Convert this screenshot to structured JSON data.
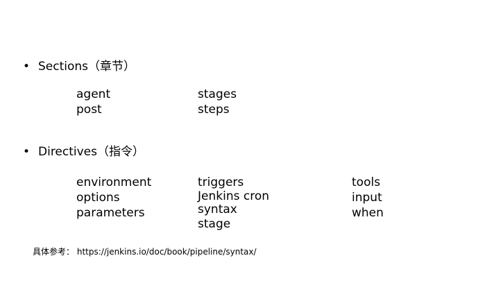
{
  "sections": {
    "bullet": "•",
    "title": "Sections（章节）",
    "col1": [
      "agent",
      "post"
    ],
    "col2": [
      "stages",
      "steps"
    ]
  },
  "directives": {
    "bullet": "•",
    "title": "Directives（指令）",
    "col1": [
      "environment",
      "options",
      "parameters"
    ],
    "col2": [
      "triggers",
      "Jenkins cron",
      "syntax",
      "stage"
    ],
    "col3": [
      "tools",
      "input",
      "when"
    ]
  },
  "reference": {
    "label": "具体参考：",
    "url": "https://jenkins.io/doc/book/pipeline/syntax/"
  }
}
